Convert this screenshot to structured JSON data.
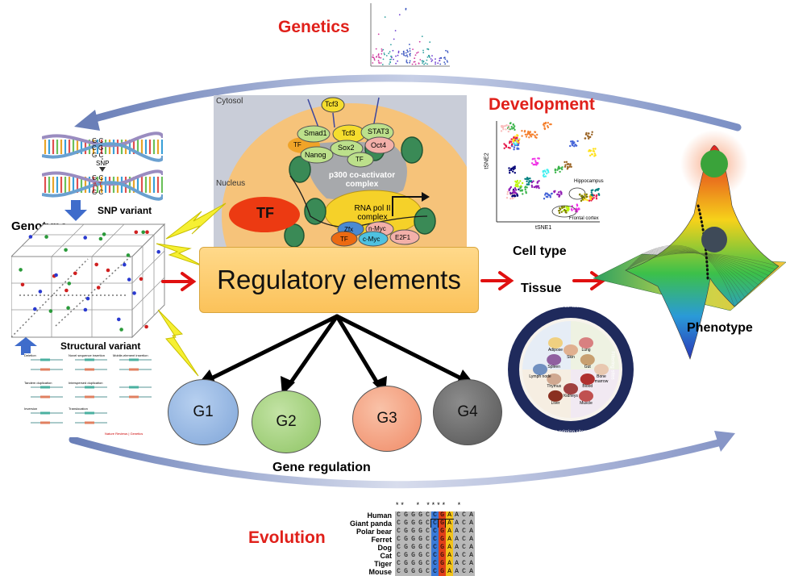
{
  "labels": {
    "genetics": "Genetics",
    "development": "Development",
    "evolution": "Evolution",
    "regulatory_elements": "Regulatory elements",
    "cell_type": "Cell type",
    "tissue": "Tissue",
    "phenotype": "Phenotype",
    "genotype": "Genotype",
    "snp_variant": "SNP variant",
    "structural_variant": "Structural variant",
    "gene_regulation": "Gene regulation"
  },
  "genes": [
    {
      "label": "G1",
      "color": "#8fb3e0"
    },
    {
      "label": "G2",
      "color": "#9ccc72"
    },
    {
      "label": "G3",
      "color": "#f4a07e"
    },
    {
      "label": "G4",
      "color": "#6d6d6d"
    }
  ],
  "nucleus": {
    "cytosol": "Cytosol",
    "nucleus": "Nucleus",
    "tf_big": "TF",
    "tcf3_top": "Tcf3",
    "smad1": "Smad1",
    "tcf3": "Tcf3",
    "stat3": "STAT3",
    "tf_left": "TF",
    "sox2": "Sox2",
    "oct4": "Oct4",
    "nanog": "Nanog",
    "tf_mid": "TF",
    "p300": "p300 co-activator complex",
    "rna_pol": "RNA pol II complex",
    "zfx": "Zfx",
    "nmyc": "n-Myc",
    "tf_bottom": "TF",
    "cmyc": "c-Myc",
    "e2f1": "E2F1"
  },
  "dna": {
    "snp_label": "SNP",
    "top_bases": [
      "G",
      "C",
      "G"
    ],
    "top_pairs": [
      "C",
      "G",
      "C"
    ],
    "bottom_bases": [
      "G",
      "A",
      "G"
    ],
    "bottom_pairs": [
      "C",
      "T",
      "C"
    ]
  },
  "tsne": {
    "xlabel": "tSNE1",
    "ylabel": "tSNE2",
    "hippocampus": "Hippocampus",
    "frontal_cortex": "Frontal cortex"
  },
  "tissue_wheel": {
    "top": "Environmental contact sites",
    "left": "Haematopoiesis sites",
    "right": "Filtering sites",
    "bottom": "Immune priming sites",
    "organs": [
      "Skin",
      "Lung",
      "Gut",
      "Bone marrow",
      "Blood",
      "Muscle",
      "Kidneys",
      "Liver",
      "Thymus",
      "Lymph node",
      "Spleen",
      "Adipose"
    ]
  },
  "sv_panel": {
    "titles": [
      "Deletion",
      "Novel sequence insertion",
      "Mobile-element insertion",
      "Tandem duplication",
      "Interspersed duplication",
      "Inversion",
      "Translocation"
    ],
    "journal": "Nature Reviews | Genetics"
  },
  "evolution": {
    "species": [
      "Human",
      "Giant panda",
      "Polar bear",
      "Ferret",
      "Dog",
      "Cat",
      "Tiger",
      "Mouse"
    ],
    "sequence": "CGGGCCGAACA",
    "stars": "**  * ****  *"
  }
}
